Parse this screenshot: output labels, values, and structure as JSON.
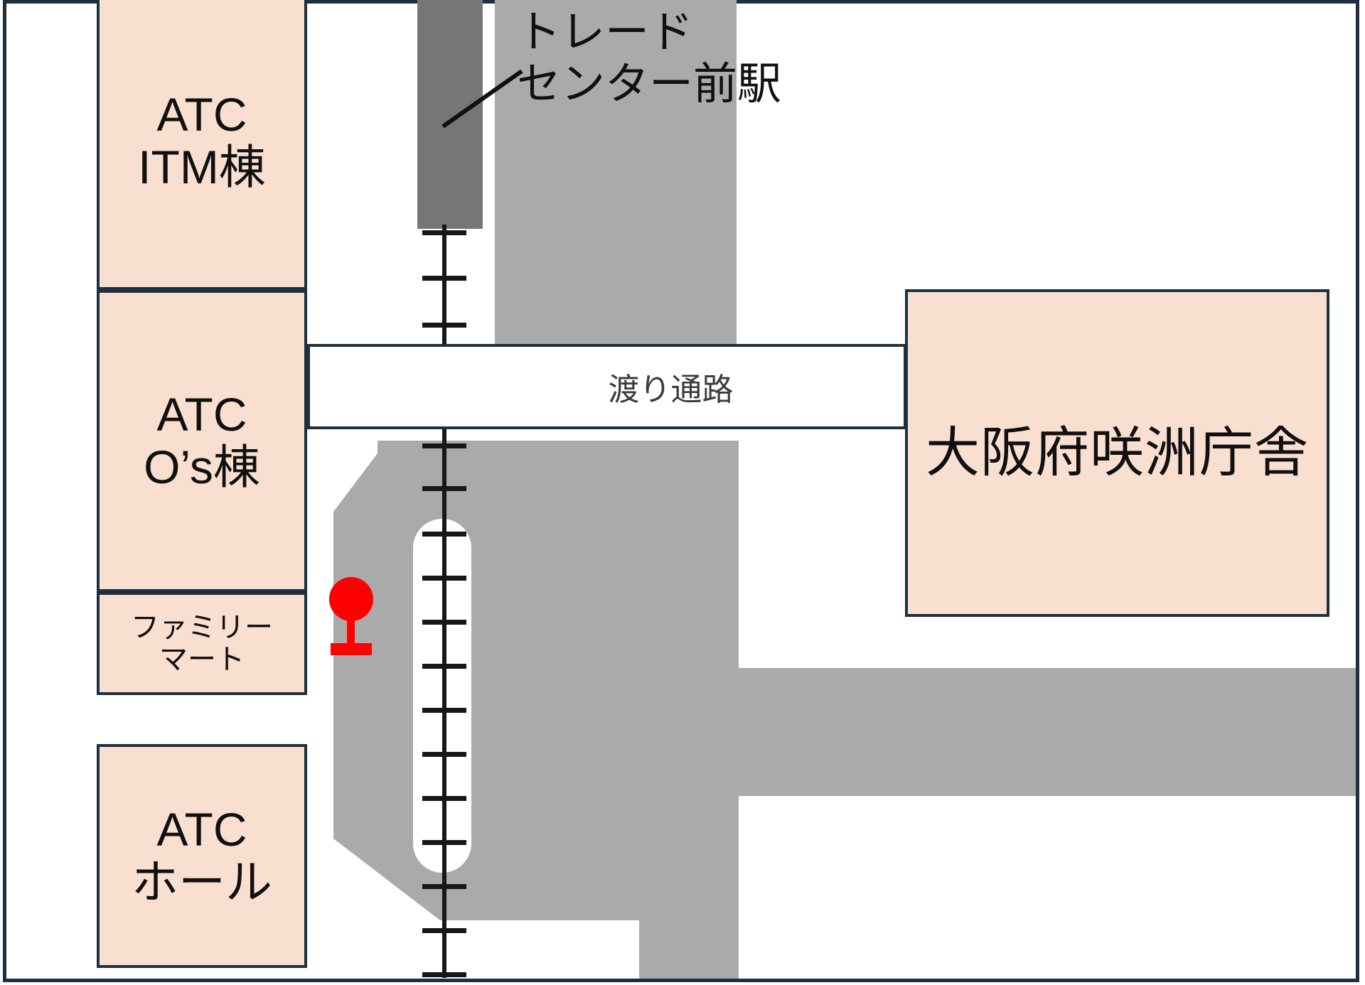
{
  "map": {
    "title": "ATC / Osaka Prefecture Sakishima Government Building area map",
    "colors": {
      "frame_border": "#1e3040",
      "building_fill": "#f9dfd0",
      "building_border": "#1e3040",
      "road_gray": "#aaaaaa",
      "platform_dark_gray": "#767676",
      "rail_black": "#171717",
      "marker_red": "#FF0000",
      "background": "#ffffff",
      "corridor_text": "#3a3a3a"
    }
  },
  "buildings": [
    {
      "id": "itm",
      "label": "ATC\nITM棟"
    },
    {
      "id": "os",
      "label": "ATC\nO’s棟"
    },
    {
      "id": "famima",
      "label": "ファミリー\nマート"
    },
    {
      "id": "hall",
      "label": "ATC\nホール"
    },
    {
      "id": "sakishima",
      "label": "大阪府咲洲庁舎"
    }
  ],
  "corridor": {
    "label": "渡り通路"
  },
  "station": {
    "name": "トレード\nセンター前駅"
  },
  "marker": {
    "name": "current-location-marker"
  }
}
